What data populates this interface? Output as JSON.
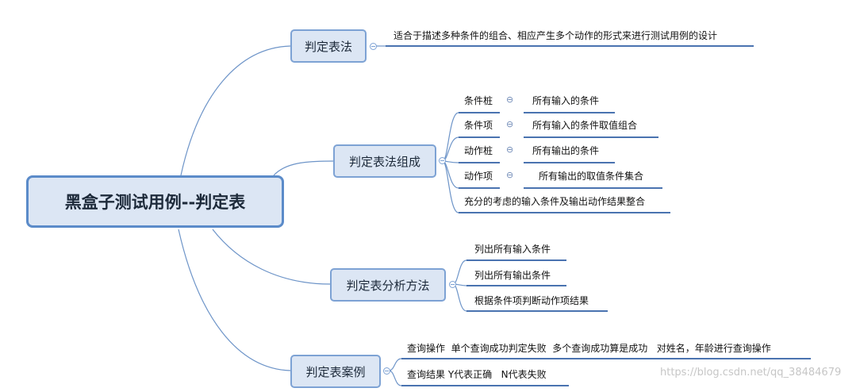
{
  "root": {
    "label": "黑盒子测试用例--判定表"
  },
  "branches": [
    {
      "label": "判定表法",
      "leaves": [
        {
          "text": "适合于描述多种条件的组合、相应产生多个动作的形式来进行测试用例的设计"
        }
      ]
    },
    {
      "label": "判定表法组成",
      "rows": [
        {
          "key": "条件桩",
          "sep": "⊖",
          "value": "所有输入的条件"
        },
        {
          "key": "条件项",
          "sep": "⊖",
          "value": "所有输入的条件取值组合"
        },
        {
          "key": "动作桩",
          "sep": "⊖",
          "value": "所有输出的条件"
        },
        {
          "key": "动作项",
          "sep": "⊖",
          "value": "所有输出的取值条件集合"
        }
      ],
      "leaves": [
        {
          "text": "充分的考虑的输入条件及输出动作结果整合"
        }
      ]
    },
    {
      "label": "判定表分析方法",
      "leaves": [
        {
          "text": "列出所有输入条件"
        },
        {
          "text": "列出所有输出条件"
        },
        {
          "text": "根据条件项判断动作项结果"
        }
      ]
    },
    {
      "label": "判定表案例",
      "leaves": [
        {
          "text": "查询操作  单个查询成功判定失败  多个查询成功算是成功   对姓名，年龄进行查询操作"
        },
        {
          "text": "查询结果 Y代表正确   N代表失败"
        }
      ]
    }
  ],
  "watermark": "https://blog.csdn.net/qq_38484679",
  "colors": {
    "line": "#6d94c8",
    "underline": "#4a73b0",
    "node_fill": "#dce6f4",
    "node_border": "#7da2d4",
    "root_border": "#5b8bc9"
  }
}
